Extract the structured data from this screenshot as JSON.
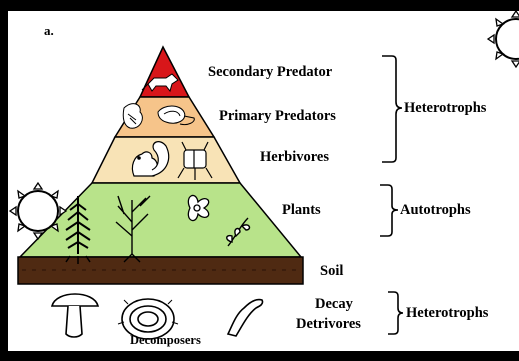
{
  "panel_label": "a.",
  "levels": [
    {
      "label": "Secondary Predator",
      "color": "#d8161a"
    },
    {
      "label": "Primary Predators",
      "color": "#f6c48a"
    },
    {
      "label": "Herbivores",
      "color": "#f8e3b6"
    },
    {
      "label": "Plants",
      "color": "#b8e38a"
    },
    {
      "label": "Soil",
      "color": "#4f2a12"
    },
    {
      "label": "Decay"
    },
    {
      "label": "Detrivores"
    }
  ],
  "groups": [
    "Heterotrophs",
    "Autotrophs",
    "Heterotrophs"
  ],
  "decomposers_caption": "Decomposers",
  "icons": [
    "sun-icon",
    "fox-icon",
    "hawk-icon",
    "snake-icon",
    "squirrel-icon",
    "beetle-icon",
    "grass-icon",
    "tree-icon",
    "flower-icon",
    "mushroom-icon",
    "millipede-icon",
    "worm-icon"
  ]
}
